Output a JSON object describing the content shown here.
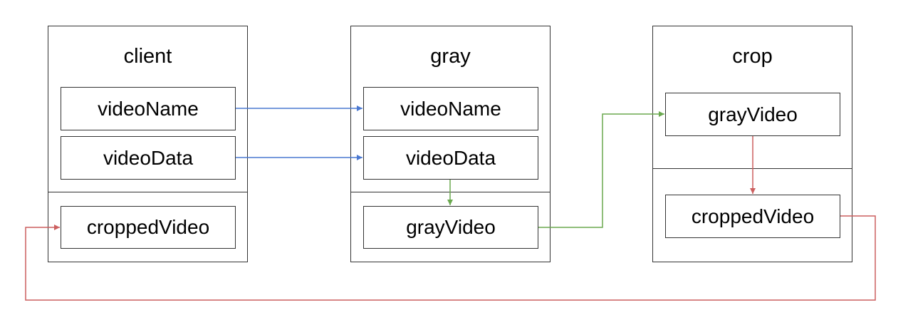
{
  "colors": {
    "blue_arrow": "#4a78d1",
    "green_arrow": "#6aa84f",
    "red_arrow": "#cc5f5f",
    "border": "#333333"
  },
  "components": [
    {
      "name": "client",
      "inputs": [
        "videoName",
        "videoData"
      ],
      "outputs": [
        "croppedVideo"
      ]
    },
    {
      "name": "gray",
      "inputs": [
        "videoName",
        "videoData"
      ],
      "outputs": [
        "grayVideo"
      ]
    },
    {
      "name": "crop",
      "inputs": [
        "grayVideo"
      ],
      "outputs": [
        "croppedVideo"
      ]
    }
  ],
  "connections": [
    {
      "from": "client.videoName",
      "to": "gray.videoName",
      "color": "blue"
    },
    {
      "from": "client.videoData",
      "to": "gray.videoData",
      "color": "blue"
    },
    {
      "from": "gray.videoData",
      "to": "gray.grayVideo",
      "color": "green"
    },
    {
      "from": "gray.grayVideo",
      "to": "crop.grayVideo",
      "color": "green"
    },
    {
      "from": "crop.grayVideo",
      "to": "crop.croppedVideo",
      "color": "red"
    },
    {
      "from": "crop.croppedVideo",
      "to": "client.croppedVideo",
      "color": "red"
    }
  ]
}
